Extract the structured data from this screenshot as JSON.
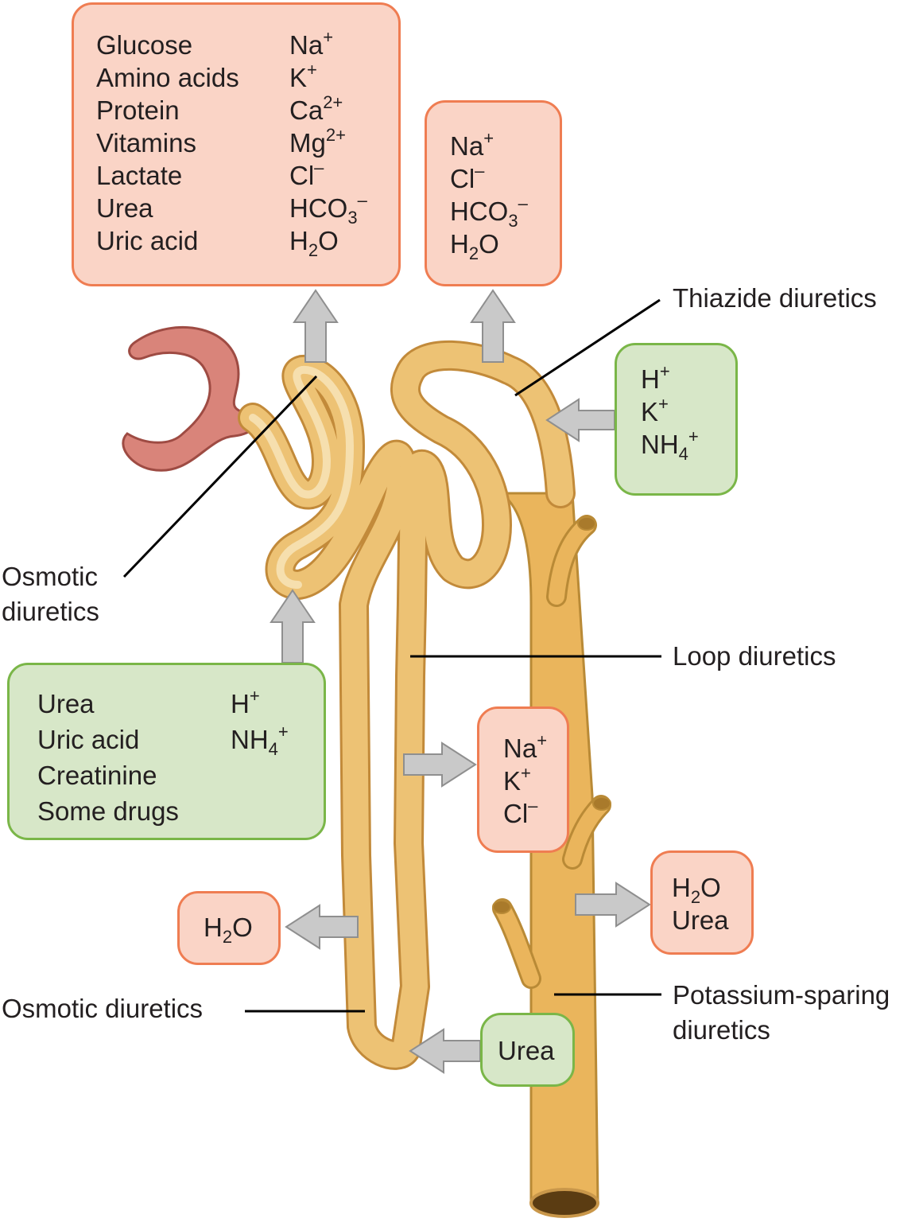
{
  "colors": {
    "reabsorb_fill": "#fad4c6",
    "reabsorb_stroke": "#ef7d52",
    "secrete_fill": "#d7e7c8",
    "secrete_stroke": "#7ab648",
    "tubule": "#edc274",
    "collecting_duct": "#eab55c",
    "glomerulus": "#d9847a",
    "arrow": "#c9c9c9"
  },
  "icons": [
    "up-arrow-icon",
    "right-arrow-icon",
    "left-arrow-icon"
  ],
  "pct_box": {
    "col1": [
      "Glucose",
      "Amino acids",
      "Protein",
      "Vitamins",
      "Lactate",
      "Urea",
      "Uric acid"
    ],
    "col2": [
      {
        "base": "Na",
        "sup": "+"
      },
      {
        "base": "K",
        "sup": "+"
      },
      {
        "base": "Ca",
        "sup": "2+"
      },
      {
        "base": "Mg",
        "sup": "2+"
      },
      {
        "base": "Cl",
        "sup": "–"
      },
      {
        "base": "HCO",
        "sub": "3",
        "sup": "–"
      },
      {
        "base": "H",
        "sub": "2",
        "tail": "O"
      }
    ]
  },
  "dct_box": [
    {
      "base": "Na",
      "sup": "+"
    },
    {
      "base": "Cl",
      "sup": "–"
    },
    {
      "base": "HCO",
      "sub": "3",
      "sup": "–"
    },
    {
      "base": "H",
      "sub": "2",
      "tail": "O"
    }
  ],
  "cd_secretion_box": [
    {
      "base": "H",
      "sup": "+"
    },
    {
      "base": "K",
      "sup": "+"
    },
    {
      "base": "NH",
      "sub": "4",
      "sup": "+"
    }
  ],
  "pct_secretion_box": {
    "col1": [
      "Urea",
      "Uric acid",
      "Creatinine",
      "Some drugs"
    ],
    "col2": [
      {
        "base": "H",
        "sup": "+"
      },
      {
        "base": "NH",
        "sub": "4",
        "sup": "+"
      }
    ]
  },
  "loop_box": [
    {
      "base": "Na",
      "sup": "+"
    },
    {
      "base": "K",
      "sup": "+"
    },
    {
      "base": "Cl",
      "sup": "–"
    }
  ],
  "descending_box": [
    {
      "base": "H",
      "sub": "2",
      "tail": "O"
    }
  ],
  "cd_reabsorb_box": [
    {
      "base": "H",
      "sub": "2",
      "tail": "O"
    },
    {
      "base": "Urea"
    }
  ],
  "urea_box": "Urea",
  "labels": {
    "thiazide": "Thiazide diuretics",
    "osmotic_top": "Osmotic\ndiuretics",
    "loop": "Loop diuretics",
    "osmotic_bottom": "Osmotic diuretics",
    "potassium": "Potassium-sparing\ndiuretics"
  }
}
